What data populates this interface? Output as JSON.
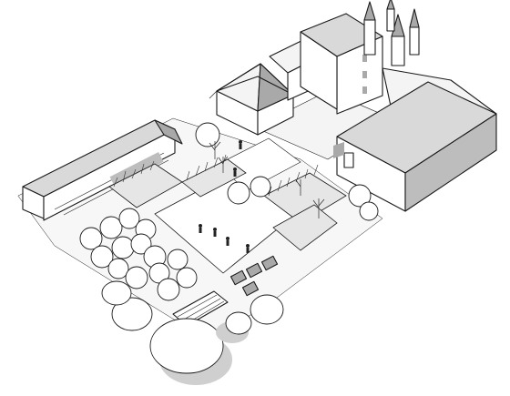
{
  "scene": {
    "kind": "hand-drawn aerial garden sketch",
    "palette": {
      "ink": "#1a1a1a",
      "paper": "#ffffff",
      "shade_light": "#d9d9d9",
      "shade_dark": "#a9a9a9"
    },
    "elements": [
      "chateau-with-turrets",
      "long-east-wing",
      "pavilion-with-pyramid-roof",
      "west-barn",
      "central-plaza",
      "orchard-trees",
      "raised-planters",
      "people-figures",
      "foreground-trees"
    ]
  }
}
